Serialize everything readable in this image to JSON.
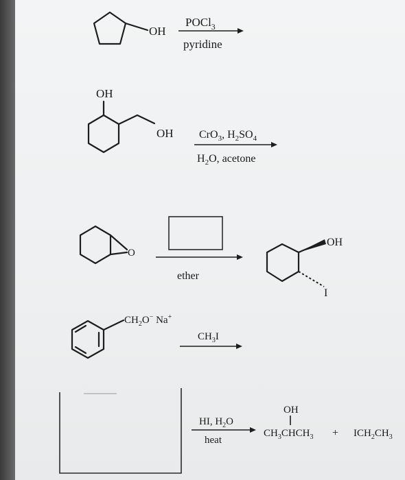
{
  "reaction1": {
    "substituent": "OH",
    "reagent_top": "POCl3",
    "reagent_bottom": "pyridine"
  },
  "reaction2": {
    "label_oh1": "OH",
    "label_oh2": "OH",
    "reagent_top": "CrO3, H2SO4",
    "reagent_bottom": "H2O, acetone"
  },
  "reaction3": {
    "epoxide_o": "O",
    "reagent_bottom": "ether",
    "product_oh": "OH",
    "product_i": "I"
  },
  "reaction4": {
    "substituent": "CH2O- Na+",
    "reagent": "CH3I"
  },
  "reaction5": {
    "reagent_top": "HI, H2O",
    "reagent_bottom": "heat",
    "product_oh": "OH",
    "product1": "CH3CHCH3",
    "plus": "+",
    "product2": "ICH2CH3"
  }
}
